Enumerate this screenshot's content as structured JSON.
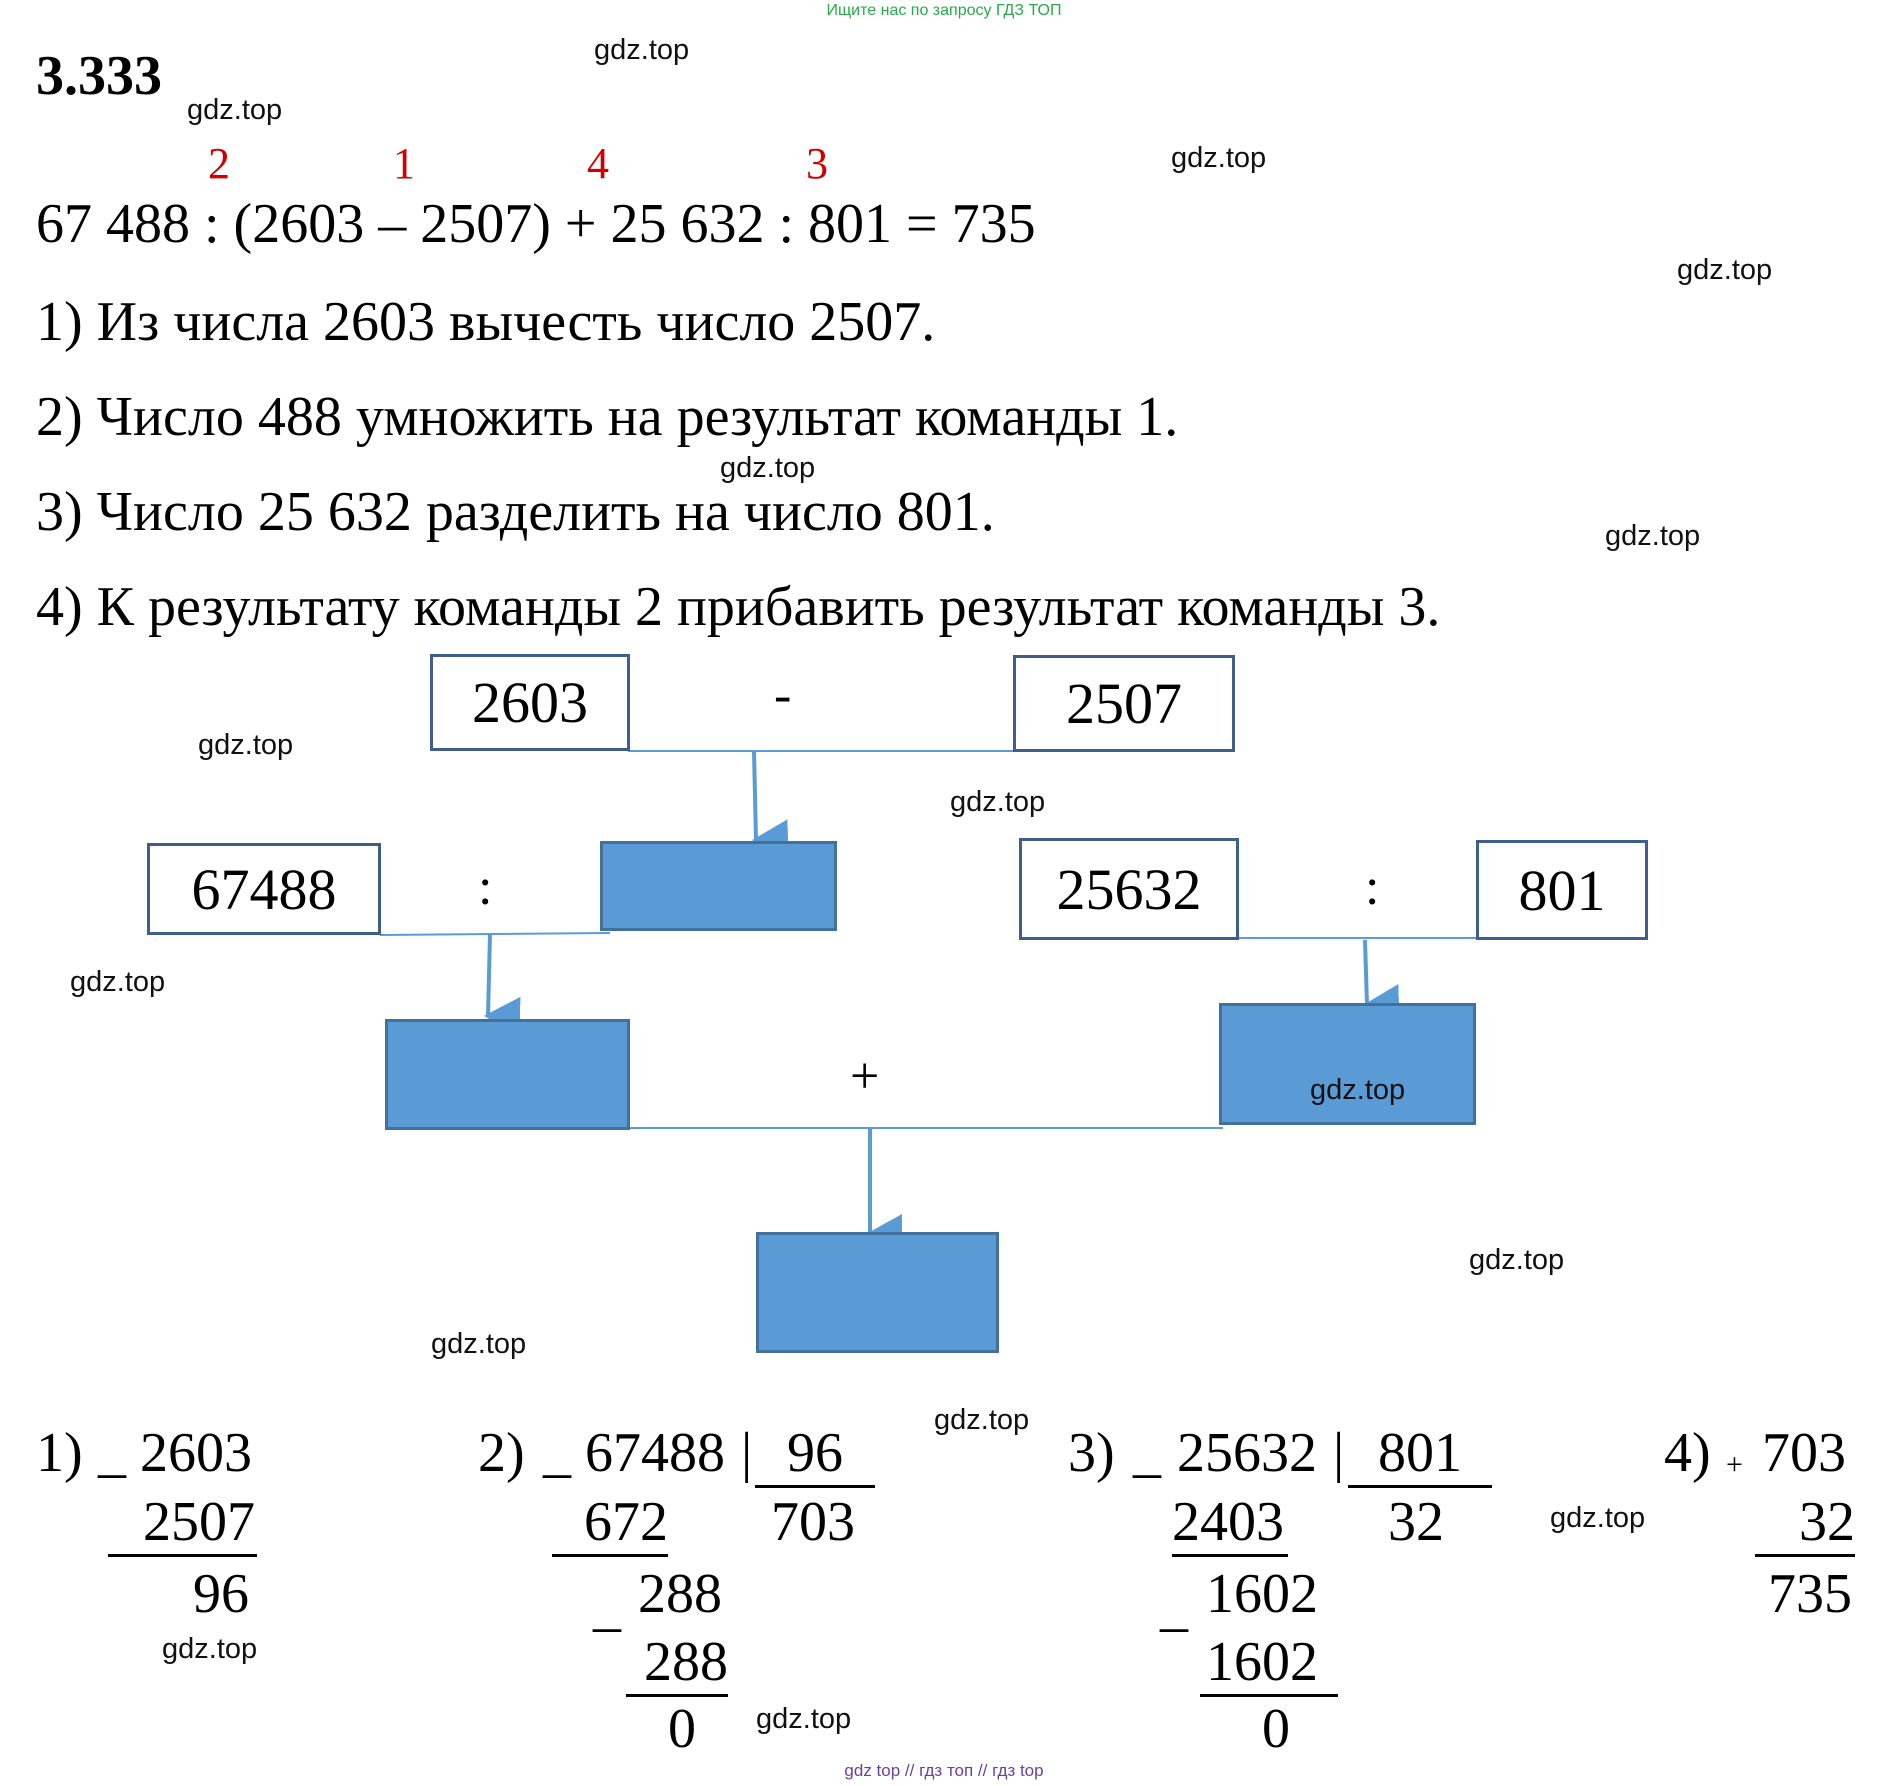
{
  "banner_top": "Ищите нас по запросу ГДЗ ТОП",
  "banner_bottom": "gdz top  //  гдз топ  //  гдз top",
  "problem_number": "3.333",
  "order_numbers": [
    "2",
    "1",
    "4",
    "3"
  ],
  "expression": "67 488 : (2603 – 2507) + 25 632 : 801 = 735",
  "steps": [
    "1) Из числа 2603 вычесть число 2507.",
    "2) Число 488 умножить на результат команды 1.",
    "3) Число 25 632 разделить на число 801.",
    "4) К результату команды 2 прибавить результат команды 3."
  ],
  "watermark": "gdz.top",
  "diagram": {
    "box_2603": "2603",
    "op_minus": "-",
    "box_2507": "2507",
    "box_67488": "67488",
    "op_colon_left": ":",
    "box_25632": "25632",
    "op_colon_right": ":",
    "box_801": "801",
    "op_plus": "+",
    "colors": {
      "box_fill": "#5b9bd5",
      "box_border": "#41719c",
      "arrow": "#5b9bd5",
      "white_box_border": "#3e5f8a"
    }
  },
  "calculations": {
    "c1": {
      "label": "1)",
      "minus": "_",
      "a": "2603",
      "b": "2507",
      "result": "96"
    },
    "c2": {
      "label": "2)",
      "minus1": "_",
      "dividend": "67488",
      "bar": "|",
      "divisor": "96",
      "quotient": "703",
      "sub1": "672",
      "minus2": "_",
      "rem1": "288",
      "sub2": "288",
      "result": "0"
    },
    "c3": {
      "label": "3)",
      "minus1": "_",
      "dividend": "25632",
      "bar": "|",
      "divisor": "801",
      "quotient": "32",
      "sub1": "2403",
      "minus2": "_",
      "rem1": "1602",
      "sub2": "1602",
      "result": "0"
    },
    "c4": {
      "label": "4)",
      "plus": "+",
      "a": "703",
      "b": "32",
      "result": "735"
    }
  }
}
